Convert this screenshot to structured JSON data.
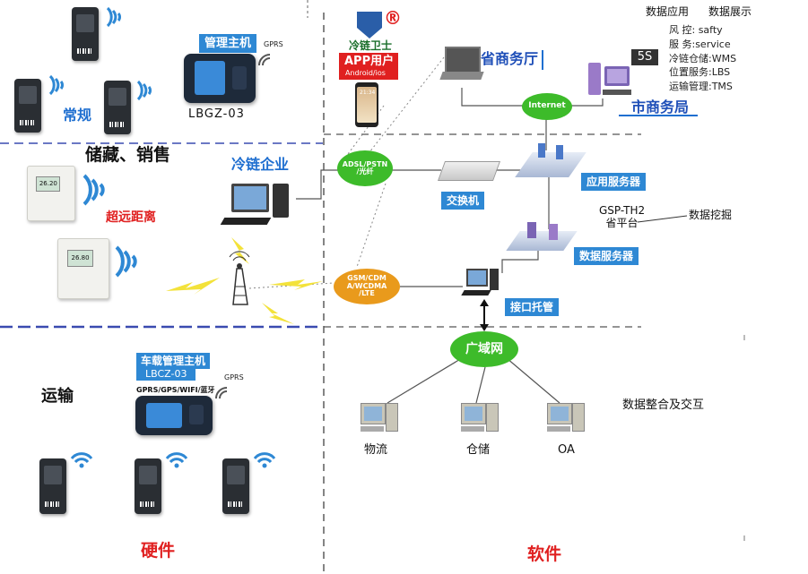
{
  "hardware": {
    "normal_label": "常规",
    "storage_sales_label": "储藏、销售",
    "long_range_label": "超远距离",
    "transport_label": "运输",
    "hardware_label": "硬件",
    "host": {
      "title": "管理主机",
      "model": "LBGZ-03",
      "gprs": "GPRS"
    },
    "vehicle_host": {
      "title": "车载管理主机",
      "model": "LBCZ-03",
      "protocols": "GPRS/GPS/WIFI/蓝牙",
      "gprs": "GPRS"
    },
    "meter_readings": [
      "26.20",
      "26.80"
    ]
  },
  "network": {
    "enterprise": "冷链企业",
    "adsl": "ADSL/PSTN\n/光纤",
    "gsm": "GSM/CDM\nA/WCDMA\n/LTE",
    "internet": "Internet",
    "wan": "广域网",
    "province": "省商务厅",
    "city": "市商务局",
    "switch": "交换机",
    "app_server": "应用服务器",
    "data_server": "数据服务器",
    "interface": "接口托管",
    "platform": "GSP-TH2\n省平台",
    "data_mining": "数据挖掘",
    "integration": "数据整合及交互",
    "clients": [
      "物流",
      "仓储",
      "OA"
    ],
    "software_label": "软件"
  },
  "app": {
    "brand": "冷链卫士",
    "user": "APP用户",
    "os": "Android/ios",
    "registered": "®",
    "phone_time": "21:34"
  },
  "apps_panel": {
    "heading_left": "数据应用",
    "heading_right": "数据展示",
    "badge": "5S",
    "items": [
      "风  控: safty",
      "服  务:service",
      "冷链仓储:WMS",
      "位置服务:LBS",
      "运输管理:TMS"
    ]
  },
  "colors": {
    "accent_blue": "#2e88d4",
    "green": "#3dbb2a",
    "orange": "#e99a1c",
    "red": "#e02020",
    "title_blue": "#1f6fd0",
    "divider": "#3a4bb0"
  }
}
